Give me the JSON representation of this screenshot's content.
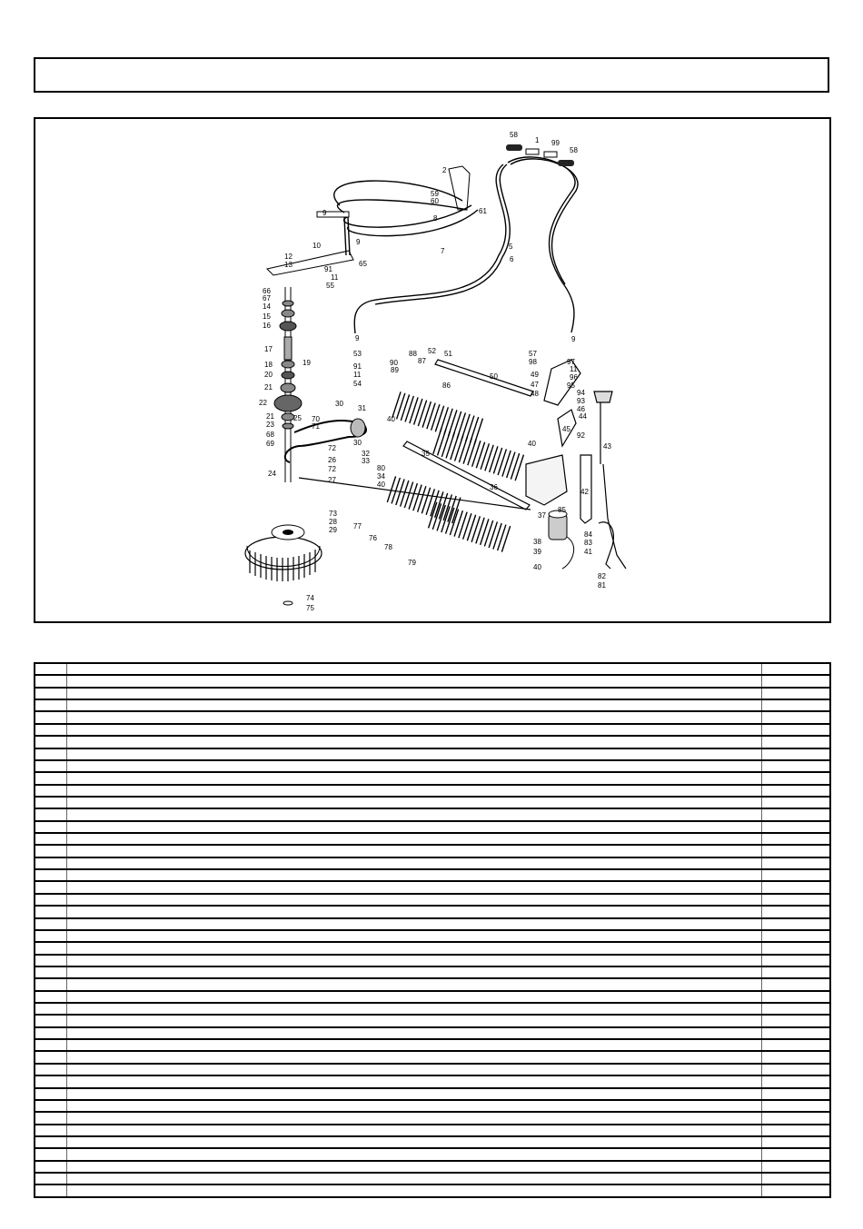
{
  "diagram": {
    "part_numbers": [
      "1",
      "2",
      "5",
      "6",
      "7",
      "8",
      "9",
      "10",
      "11",
      "12",
      "13",
      "14",
      "15",
      "16",
      "17",
      "18",
      "19",
      "20",
      "21",
      "22",
      "23",
      "24",
      "25",
      "26",
      "27",
      "28",
      "29",
      "30",
      "31",
      "32",
      "33",
      "34",
      "35",
      "36",
      "37",
      "38",
      "39",
      "40",
      "41",
      "42",
      "43",
      "44",
      "45",
      "46",
      "47",
      "48",
      "49",
      "50",
      "51",
      "52",
      "53",
      "54",
      "55",
      "57",
      "58",
      "59",
      "60",
      "61",
      "65",
      "66",
      "67",
      "68",
      "69",
      "70",
      "71",
      "72",
      "73",
      "74",
      "75",
      "76",
      "77",
      "78",
      "79",
      "80",
      "81",
      "82",
      "83",
      "84",
      "85",
      "86",
      "87",
      "88",
      "89",
      "90",
      "91",
      "92",
      "93",
      "94",
      "95",
      "96",
      "97",
      "98",
      "99"
    ]
  },
  "parts_table": {
    "row_count": 44
  }
}
